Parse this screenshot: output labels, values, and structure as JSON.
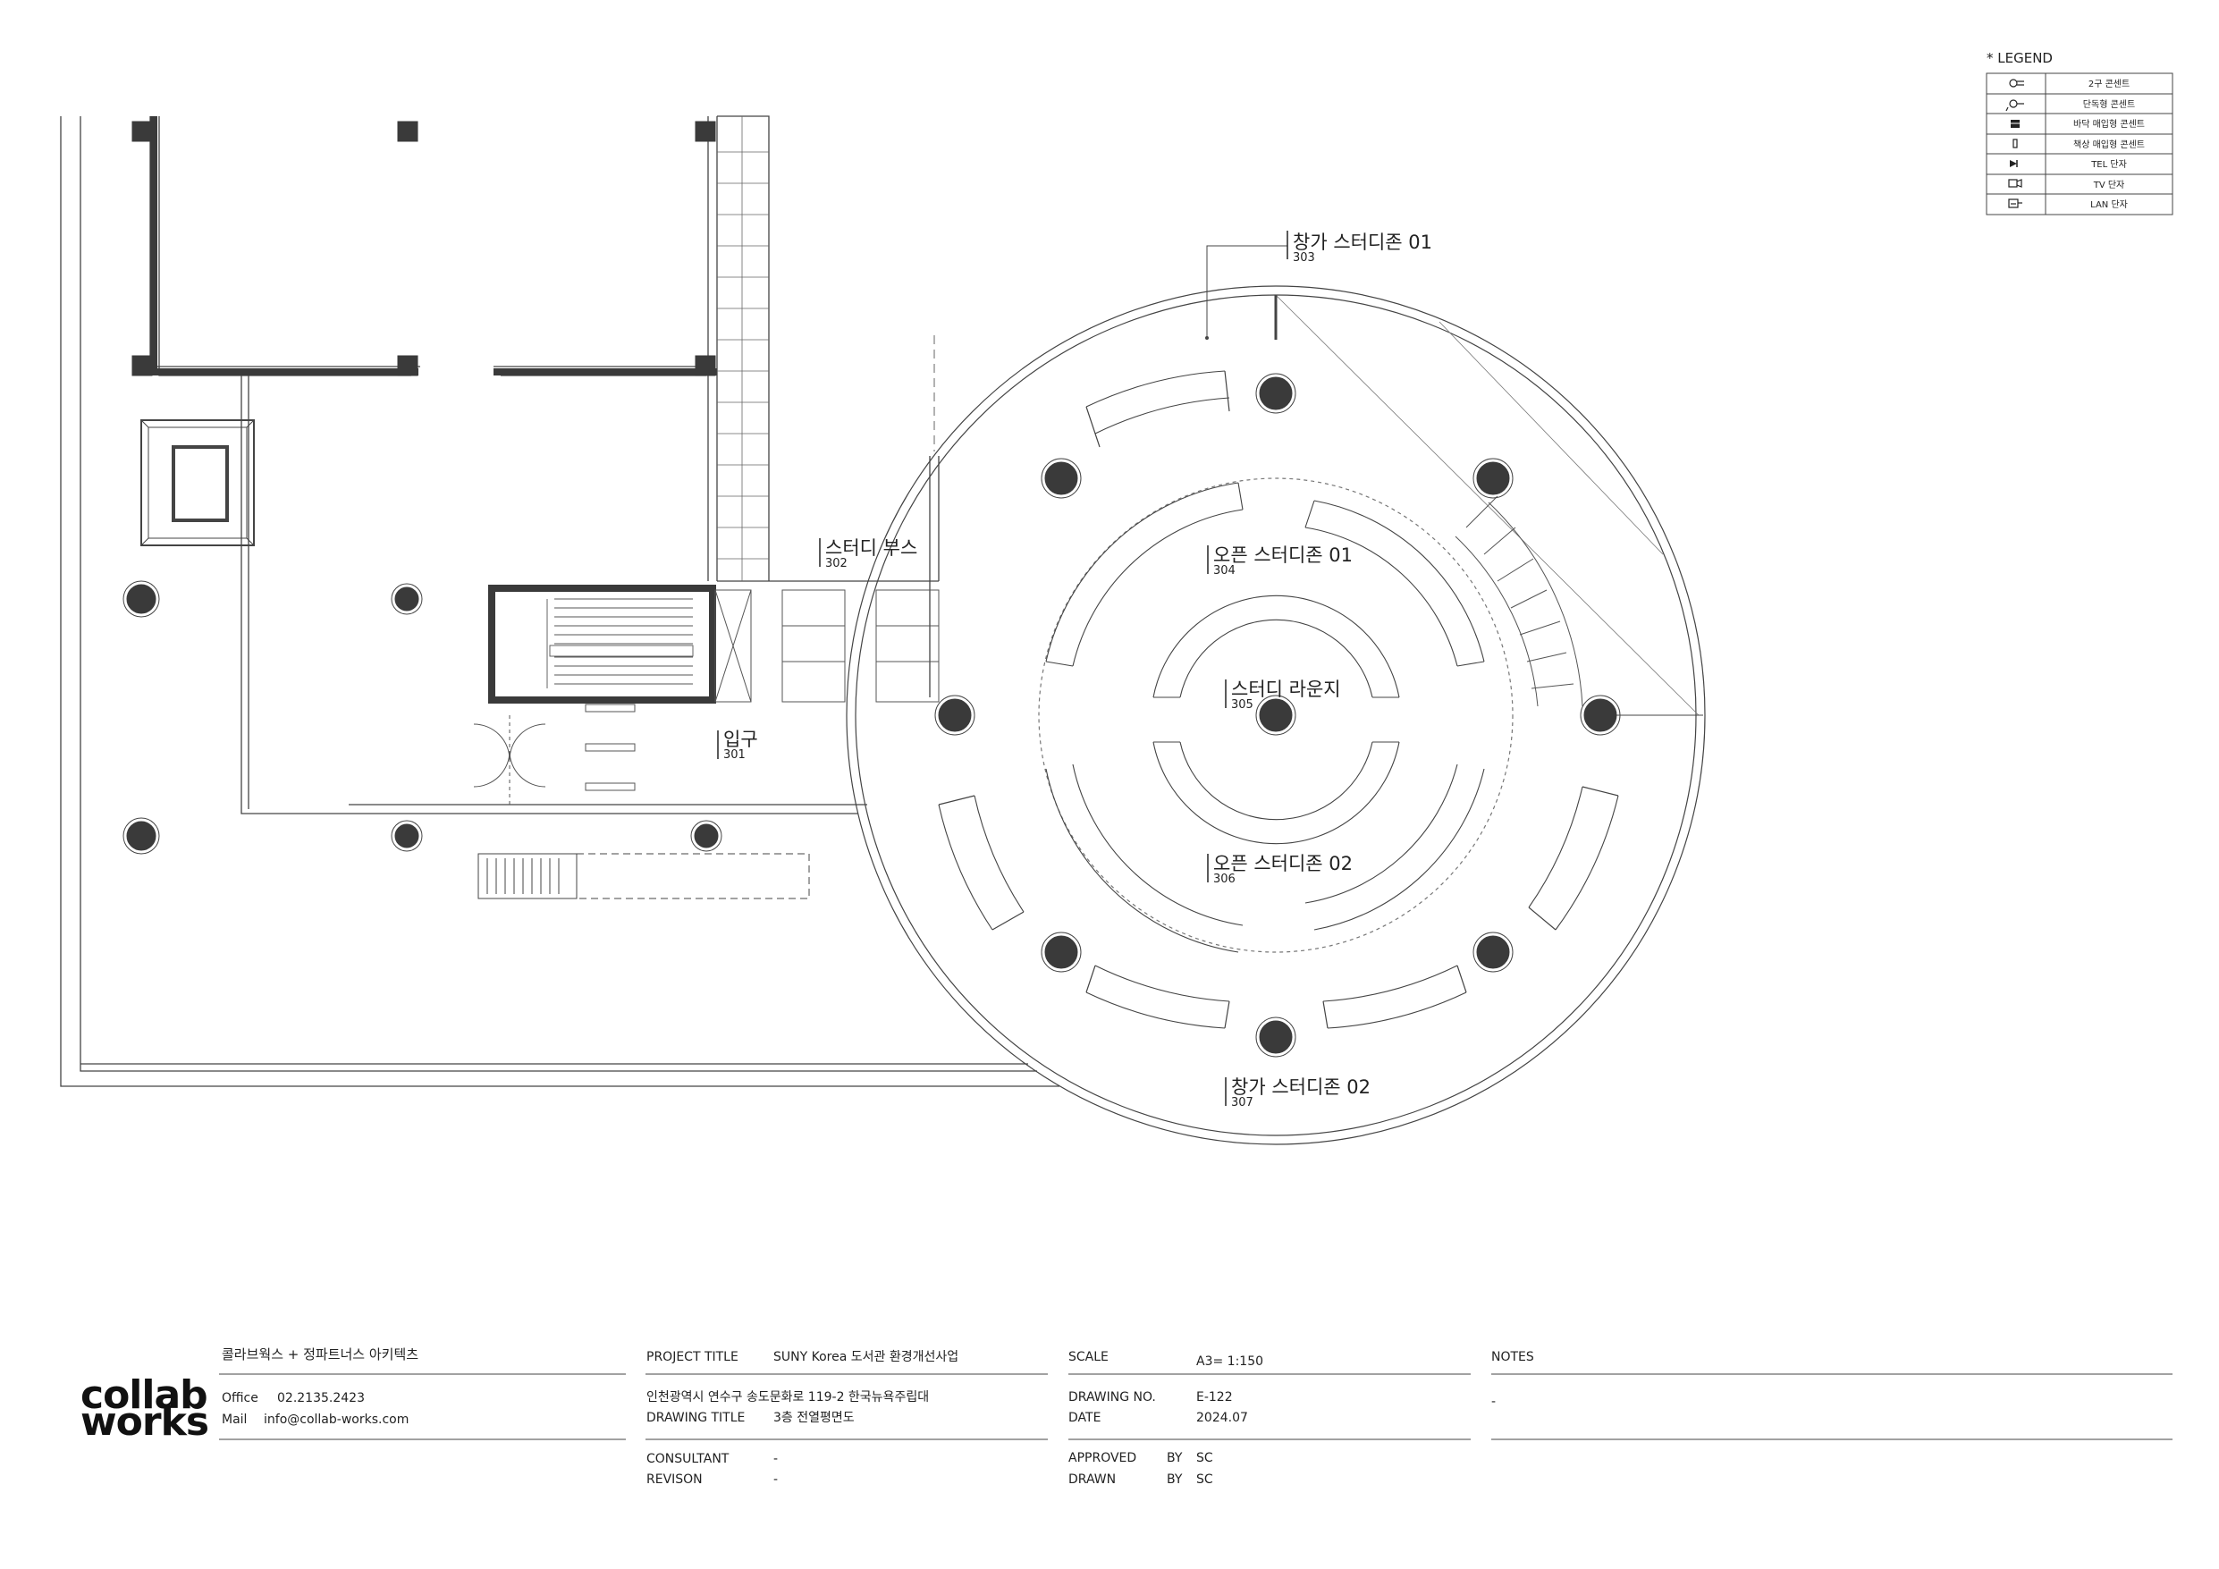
{
  "legend": {
    "heading": "* LEGEND",
    "items": [
      {
        "icon": "duplex-outlet-icon",
        "label": "2구 콘센트"
      },
      {
        "icon": "single-outlet-icon",
        "label": "단독형 콘센트"
      },
      {
        "icon": "floor-outlet-icon",
        "label": "바닥 매입형 콘센트"
      },
      {
        "icon": "desk-outlet-icon",
        "label": "책상 매입형 콘센트"
      },
      {
        "icon": "tel-outlet-icon",
        "label": "TEL 단자"
      },
      {
        "icon": "tv-outlet-icon",
        "label": "TV 단자"
      },
      {
        "icon": "lan-outlet-icon",
        "label": "LAN 단자"
      }
    ]
  },
  "rooms": [
    {
      "id": "window-study-01",
      "name": "창가 스터디존 01",
      "number": "303"
    },
    {
      "id": "study-booth",
      "name": "스터디 부스",
      "number": "302"
    },
    {
      "id": "open-study-01",
      "name": "오픈 스터디존 01",
      "number": "304"
    },
    {
      "id": "study-lounge",
      "name": "스터디 라운지",
      "number": "305"
    },
    {
      "id": "entrance",
      "name": "입구",
      "number": "301"
    },
    {
      "id": "open-study-02",
      "name": "오픈 스터디존 02",
      "number": "306"
    },
    {
      "id": "window-study-02",
      "name": "창가 스터디존 02",
      "number": "307"
    }
  ],
  "title_block": {
    "logo_line1": "collab",
    "logo_line2": "works",
    "firm": "콜라브웍스 + 정파트너스 아키텍츠",
    "office_label": "Office",
    "office_value": "02.2135.2423",
    "mail_label": "Mail",
    "mail_value": "info@collab-works.com",
    "project_title_label": "PROJECT TITLE",
    "project_title_value": "SUNY Korea 도서관 환경개선사업",
    "address": "인천광역시 연수구 송도문화로 119-2 한국뉴욕주립대",
    "drawing_title_label": "DRAWING TITLE",
    "drawing_title_value": "3층 전열평면도",
    "consultant_label": "CONSULTANT",
    "consultant_value": "-",
    "revision_label": "REVISON",
    "revision_value": "-",
    "scale_label": "SCALE",
    "scale_value": "A3= 1:150",
    "drawing_no_label": "DRAWING NO.",
    "drawing_no_value": "E-122",
    "date_label": "DATE",
    "date_value": "2024.07",
    "approved_label": "APPROVED",
    "approved_by": "BY",
    "approved_value": "SC",
    "drawn_label": "DRAWN",
    "drawn_by": "BY",
    "drawn_value": "SC",
    "notes_label": "NOTES",
    "notes_value": "-"
  },
  "colors": {
    "line": "#333333",
    "column_fill": "#3a3a3a",
    "wall_fill": "#3a3a3a"
  }
}
